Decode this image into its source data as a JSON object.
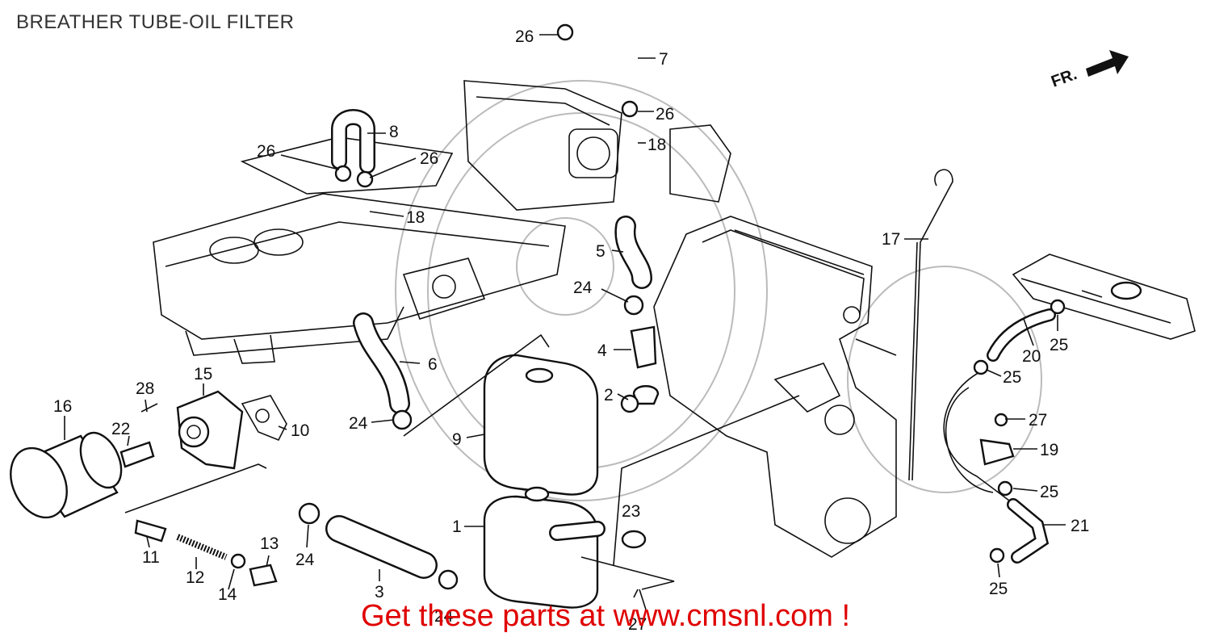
{
  "title": "BREATHER TUBE-OIL FILTER",
  "direction_label": "FR.",
  "promo": "Get these parts at www.cmsnl.com !",
  "colors": {
    "promo": "#e00000",
    "line": "#111111",
    "watermark": "#bbbbbb"
  },
  "callouts": [
    "26",
    "7",
    "26",
    "18",
    "8",
    "26",
    "26",
    "18",
    "5",
    "24",
    "4",
    "2",
    "6",
    "24",
    "17",
    "9",
    "1",
    "23",
    "20",
    "25",
    "25",
    "27",
    "19",
    "25",
    "21",
    "25",
    "28",
    "15",
    "16",
    "22",
    "10",
    "11",
    "12",
    "14",
    "13",
    "24",
    "3",
    "24",
    "27"
  ]
}
